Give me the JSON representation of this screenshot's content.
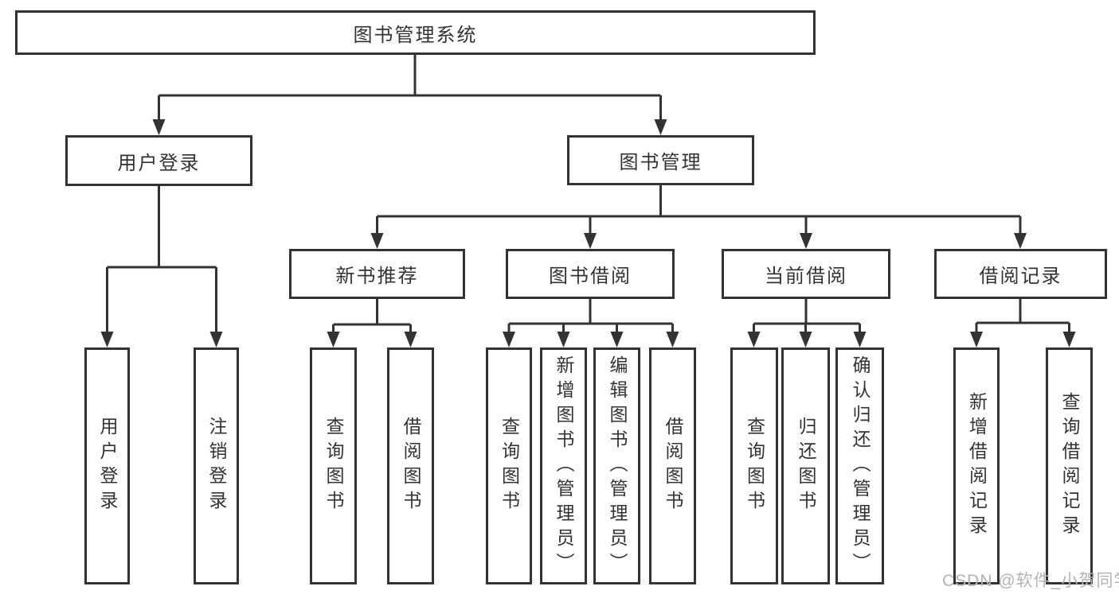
{
  "diagram": {
    "root": "图书管理系统",
    "branches": [
      {
        "label": "用户登录",
        "leaves": [
          "用户登录",
          "注销登录"
        ]
      },
      {
        "label": "图书管理",
        "groups": [
          {
            "label": "新书推荐",
            "leaves": [
              "查询图书",
              "借阅图书"
            ]
          },
          {
            "label": "图书借阅",
            "leaves": [
              "查询图书",
              "新增图书（管理员）",
              "编辑图书（管理员）",
              "借阅图书"
            ]
          },
          {
            "label": "当前借阅",
            "leaves": [
              "查询图书",
              "归还图书",
              "确认归还（管理员）"
            ]
          },
          {
            "label": "借阅记录",
            "leaves": [
              "新增借阅记录",
              "查询借阅记录"
            ]
          }
        ]
      }
    ],
    "watermark": "CSDN @软件_小贺同学",
    "colors": {
      "line": "#333333",
      "text": "#333333",
      "box_background": "#ffffff",
      "watermark": "#b3b3b3"
    }
  }
}
